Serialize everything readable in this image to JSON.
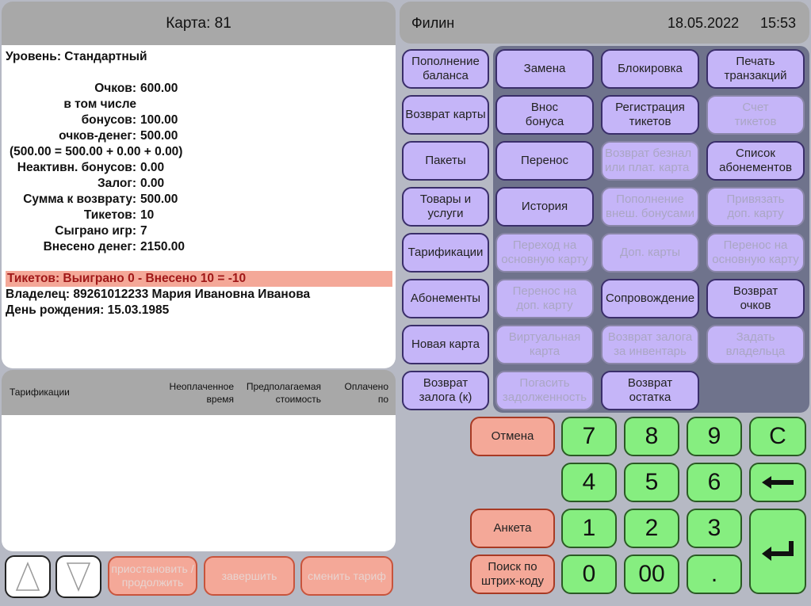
{
  "card": {
    "title": "Карта: 81",
    "level": "Уровень: Стандартный",
    "rows": [
      {
        "label": "Очков:",
        "value": "600.00"
      },
      {
        "label": "в том числе",
        "value": ""
      },
      {
        "label": "бонусов:",
        "value": "100.00"
      },
      {
        "label": "очков-денег:",
        "value": "500.00"
      },
      {
        "label": "(500.00 = 500.00 + 0.00 + 0.00)",
        "value": ""
      },
      {
        "label": "Неактивн. бонусов:",
        "value": "0.00"
      },
      {
        "label": "Залог:",
        "value": "0.00"
      },
      {
        "label": "Сумма к возврату:",
        "value": "500.00"
      },
      {
        "label": "Тикетов:",
        "value": "10"
      },
      {
        "label": "Сыграно игр:",
        "value": "7"
      },
      {
        "label": "Внесено денег:",
        "value": "2150.00"
      }
    ],
    "tickets_line": "Тикетов: Выиграно 0 - Внесено 10 = -10",
    "owner": "Владелец: 89261012233 Мария Ивановна Иванова",
    "birthday": "День рождения: 15.03.1985"
  },
  "tariff_table": {
    "col1": "Тарификации",
    "col2_a": "Неоплаченное",
    "col2_b": "время",
    "col3_a": "Предполагаемая",
    "col3_b": "стоимость",
    "col4_a": "Оплачено",
    "col4_b": "по"
  },
  "bottom_controls": {
    "pause": "приостановить / продолжить",
    "finish": "завершить",
    "change": "сменить тариф"
  },
  "header": {
    "operator": "Филин",
    "date": "18.05.2022",
    "time": "15:53"
  },
  "left_actions": [
    "Пополнение баланса",
    "Возврат карты",
    "Пакеты",
    "Товары и услуги",
    "Тарификации",
    "Абонементы",
    "Новая карта",
    "Возврат залога (к)"
  ],
  "grid_actions": [
    {
      "label": "Замена",
      "enabled": true
    },
    {
      "label": "Блокировка",
      "enabled": true
    },
    {
      "label": "Печать транзакций",
      "enabled": true
    },
    {
      "label": "Внос бонуса",
      "enabled": true
    },
    {
      "label": "Регистрация тикетов",
      "enabled": true
    },
    {
      "label": "Счет тикетов",
      "enabled": false
    },
    {
      "label": "Перенос",
      "enabled": true
    },
    {
      "label": "Возврат безнал или плат. карта",
      "enabled": false
    },
    {
      "label": "Список абонементов",
      "enabled": true
    },
    {
      "label": "История",
      "enabled": true
    },
    {
      "label": "Пополнение внеш. бонусами",
      "enabled": false
    },
    {
      "label": "Привязать доп. карту",
      "enabled": false
    },
    {
      "label": "Переход на основную карту",
      "enabled": false
    },
    {
      "label": "Доп. карты",
      "enabled": false
    },
    {
      "label": "Перенос на основную карту",
      "enabled": false
    },
    {
      "label": "Перенос на доп. карту",
      "enabled": false
    },
    {
      "label": "Сопровождение",
      "enabled": true
    },
    {
      "label": "Возврат очков",
      "enabled": true
    },
    {
      "label": "Виртуальная карта",
      "enabled": false
    },
    {
      "label": "Возврат залога за инвентарь",
      "enabled": false
    },
    {
      "label": "Задать владельца",
      "enabled": false
    },
    {
      "label": "Погасить задолженность",
      "enabled": false
    },
    {
      "label": "Возврат остатка",
      "enabled": true
    }
  ],
  "keypad": {
    "cancel": "Отмена",
    "survey": "Анкета",
    "barcode": "Поиск по штрих-коду",
    "keys": [
      "7",
      "8",
      "9",
      "C",
      "4",
      "5",
      "6",
      "1",
      "2",
      "3",
      "0",
      "00",
      "."
    ]
  },
  "icons": {
    "up": "triangle-up-icon",
    "down": "triangle-down-icon",
    "backspace": "arrow-left-icon",
    "enter": "enter-icon"
  },
  "colors": {
    "accent": "#c5b5f8",
    "keypad": "#86ee80",
    "warning": "#f4a898",
    "panel": "#a8a8a8"
  }
}
